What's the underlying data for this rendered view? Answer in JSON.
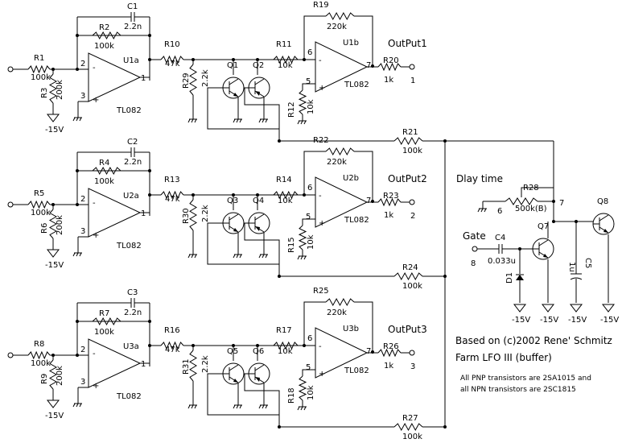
{
  "title": "Farm LFO III (buffer)",
  "credit": "Based on (c)2002 Rene' Schmitz",
  "notes": [
    "All PNP transistors are 2SA1015 and",
    "all NPN transistors are 2SC1815"
  ],
  "stages": [
    {
      "id": 1,
      "in_res": {
        "ref": "R1",
        "val": "100k"
      },
      "bias_res": {
        "ref": "R3",
        "val": "200k"
      },
      "fb_res": {
        "ref": "R2",
        "val": "100k"
      },
      "fb_cap": {
        "ref": "C1",
        "val": "2.2n"
      },
      "opamp_a": {
        "ref": "U1a",
        "part": "TL082",
        "pins": [
          "2",
          "3",
          "1"
        ]
      },
      "res_a": {
        "ref": "R10",
        "val": "47k"
      },
      "shunt_res": {
        "ref": "R29",
        "val": "2.2k"
      },
      "transistors": [
        "Q1",
        "Q2"
      ],
      "res_b_in": {
        "ref": "R11",
        "val": "10k"
      },
      "res_b_fb": {
        "ref": "R19",
        "val": "220k"
      },
      "res_b_bias": {
        "ref": "R12",
        "val": "10k"
      },
      "opamp_b": {
        "ref": "U1b",
        "part": "TL082",
        "pins": [
          "6",
          "5",
          "7"
        ]
      },
      "out_res": {
        "ref": "R20",
        "val": "1k"
      },
      "ret_res": {
        "ref": "R21",
        "val": "100k"
      },
      "output_label": "OutPut1",
      "output_pin": "1",
      "supply": "-15V"
    },
    {
      "id": 2,
      "in_res": {
        "ref": "R5",
        "val": "100k"
      },
      "bias_res": {
        "ref": "R6",
        "val": "200k"
      },
      "fb_res": {
        "ref": "R4",
        "val": "100k"
      },
      "fb_cap": {
        "ref": "C2",
        "val": "2.2n"
      },
      "opamp_a": {
        "ref": "U2a",
        "part": "TL082",
        "pins": [
          "2",
          "3",
          "1"
        ]
      },
      "res_a": {
        "ref": "R13",
        "val": "47k"
      },
      "shunt_res": {
        "ref": "R30",
        "val": "2.2k"
      },
      "transistors": [
        "Q3",
        "Q4"
      ],
      "res_b_in": {
        "ref": "R14",
        "val": "10k"
      },
      "res_b_fb": {
        "ref": "R22",
        "val": "220k"
      },
      "res_b_bias": {
        "ref": "R15",
        "val": "10k"
      },
      "opamp_b": {
        "ref": "U2b",
        "part": "TL082",
        "pins": [
          "6",
          "5",
          "7"
        ]
      },
      "out_res": {
        "ref": "R23",
        "val": "1k"
      },
      "ret_res": {
        "ref": "R24",
        "val": "100k"
      },
      "output_label": "OutPut2",
      "output_pin": "2",
      "supply": "-15V"
    },
    {
      "id": 3,
      "in_res": {
        "ref": "R8",
        "val": "100k"
      },
      "bias_res": {
        "ref": "R9",
        "val": "200k"
      },
      "fb_res": {
        "ref": "R7",
        "val": "100k"
      },
      "fb_cap": {
        "ref": "C3",
        "val": "2.2n"
      },
      "opamp_a": {
        "ref": "U3a",
        "part": "TL082",
        "pins": [
          "2",
          "3",
          "1"
        ]
      },
      "res_a": {
        "ref": "R16",
        "val": "47k"
      },
      "shunt_res": {
        "ref": "R31",
        "val": "2.2k"
      },
      "transistors": [
        "Q5",
        "Q6"
      ],
      "res_b_in": {
        "ref": "R17",
        "val": "10k"
      },
      "res_b_fb": {
        "ref": "R25",
        "val": "220k"
      },
      "res_b_bias": {
        "ref": "R18",
        "val": "10k"
      },
      "opamp_b": {
        "ref": "U3b",
        "part": "TL082",
        "pins": [
          "6",
          "5",
          "7"
        ]
      },
      "out_res": {
        "ref": "R26",
        "val": "1k"
      },
      "ret_res": {
        "ref": "R27",
        "val": "100k"
      },
      "output_label": "OutPut3",
      "output_pin": "3",
      "supply": "-15V"
    }
  ],
  "control": {
    "delay_label": "Dlay time",
    "pot": {
      "ref": "R28",
      "val": "500k(B)"
    },
    "pin6": "6",
    "pin7": "7",
    "gate_label": "Gate",
    "pin8": "8",
    "cap_c4": {
      "ref": "C4",
      "val": "0.033u"
    },
    "diode": "D1",
    "q7": "Q7",
    "q8": "Q8",
    "cap_c5": {
      "ref": "C5",
      "val": "1u"
    },
    "supplies": [
      "-15V",
      "-15V",
      "-15V",
      "-15V"
    ]
  }
}
